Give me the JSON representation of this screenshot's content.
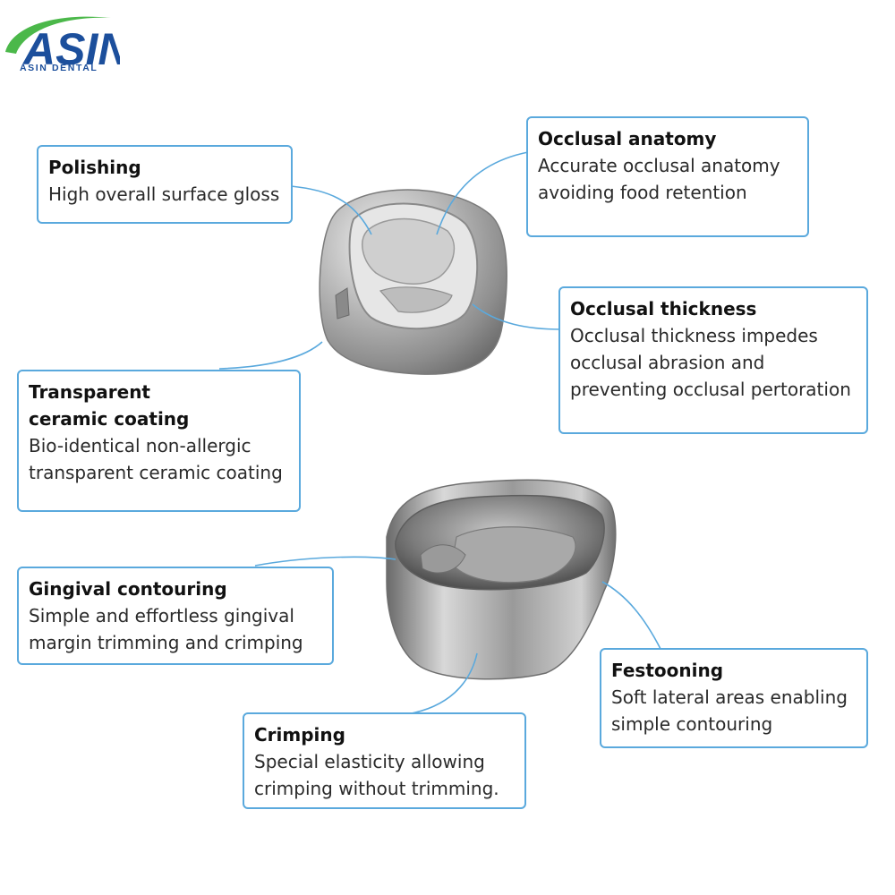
{
  "brand": {
    "logo_text": "ASIN",
    "sub_text": "ASIN DENTAL",
    "colors": {
      "green": "#4bb84a",
      "blue": "#1c4f9c"
    }
  },
  "accent_color": "#5aa9dd",
  "callouts": [
    {
      "id": "polishing",
      "title": "Polishing",
      "desc": "High overall surface gloss"
    },
    {
      "id": "occlusal-anatomy",
      "title": "Occlusal anatomy",
      "desc": "Accurate occlusal anatomy\navoiding food retention"
    },
    {
      "id": "occlusal-thickness",
      "title": "Occlusal thickness",
      "desc": "Occlusal thickness impedes\nocclusal abrasion and\npreventing occlusal pertoration"
    },
    {
      "id": "transparent-coating",
      "title": "Transparent\nceramic coating",
      "desc": "Bio-identical non-allergic\ntransparent ceramic coating"
    },
    {
      "id": "gingival-contouring",
      "title": "Gingival contouring",
      "desc": "Simple and effortless gingival\nmargin trimming and crimping"
    },
    {
      "id": "festooning",
      "title": "Festooning",
      "desc": "Soft lateral areas enabling\nsimple contouring"
    },
    {
      "id": "crimping",
      "title": "Crimping",
      "desc": "Special elasticity allowing\ncrimping without trimming."
    }
  ]
}
